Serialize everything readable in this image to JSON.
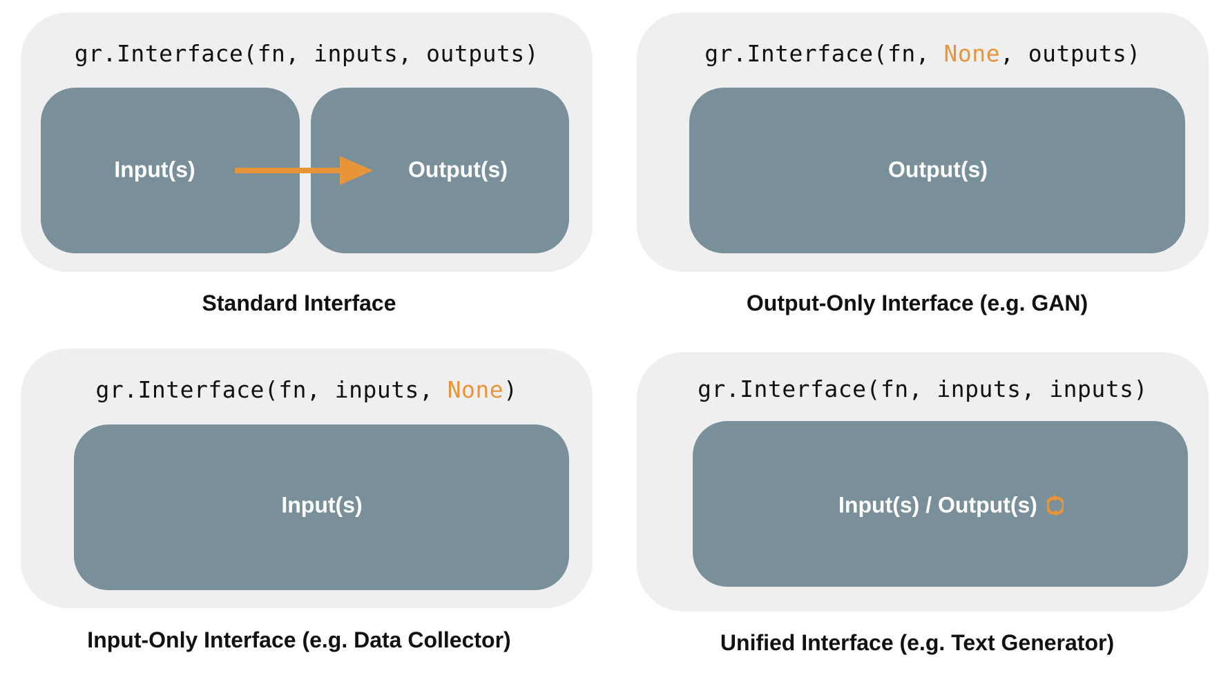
{
  "colors": {
    "panel_background": "#efefef",
    "box_fill": "#798f9a",
    "highlight": "#e8953a",
    "text": "#111111",
    "box_text": "#ffffff"
  },
  "diagrams": [
    {
      "code": {
        "prefix": "gr.Interface(fn, ",
        "arg_inputs": "inputs",
        "sep": ", ",
        "arg_outputs": "outputs",
        "suffix": ")"
      },
      "boxes": [
        "Input(s)",
        "Output(s)"
      ],
      "arrow_icon": "arrow-right-icon",
      "caption": "Standard Interface"
    },
    {
      "code": {
        "prefix": "gr.Interface(fn, ",
        "arg_inputs": "None",
        "sep": ", ",
        "arg_outputs": "outputs",
        "suffix": ")"
      },
      "boxes": [
        "Output(s)"
      ],
      "caption": "Output-Only Interface (e.g. GAN)"
    },
    {
      "code": {
        "prefix": "gr.Interface(fn, ",
        "arg_inputs": "inputs",
        "sep": ", ",
        "arg_outputs": "None",
        "suffix": ")"
      },
      "boxes": [
        "Input(s)"
      ],
      "caption": "Input-Only Interface (e.g. Data Collector)"
    },
    {
      "code": {
        "prefix": "gr.Interface(fn, ",
        "arg_inputs": "inputs",
        "sep": ", ",
        "arg_outputs": "inputs",
        "suffix": ")"
      },
      "boxes": [
        "Input(s) / Output(s)"
      ],
      "cycle_icon": "refresh-cycle-icon",
      "caption": "Unified Interface (e.g. Text Generator)"
    }
  ]
}
